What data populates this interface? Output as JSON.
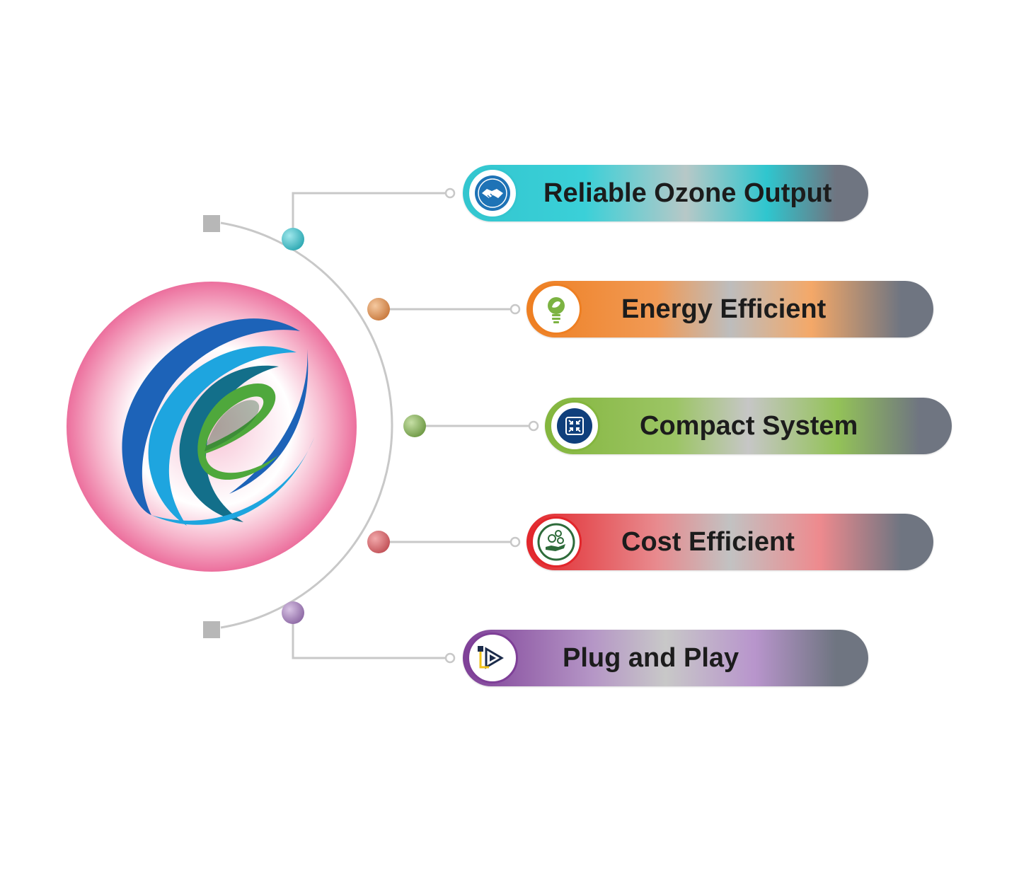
{
  "features": [
    {
      "label": "Reliable Ozone Output",
      "icon": "handshake-icon",
      "color": "#33c6cf"
    },
    {
      "label": "Energy Efficient",
      "icon": "eco-lightbulb-icon",
      "color": "#ee7f22"
    },
    {
      "label": "Compact System",
      "icon": "compress-arrows-icon",
      "color": "#84b63e"
    },
    {
      "label": "Cost Efficient",
      "icon": "money-hand-icon",
      "color": "#e2262b"
    },
    {
      "label": "Plug and Play",
      "icon": "plug-play-icon",
      "color": "#7e3f97"
    }
  ],
  "colors": {
    "pill_end": "#6f7581",
    "connector": "#c8c8c8",
    "logo_pink": "#ec6f9d",
    "logo_blue": "#1d63b8",
    "logo_green": "#4fa83c"
  }
}
